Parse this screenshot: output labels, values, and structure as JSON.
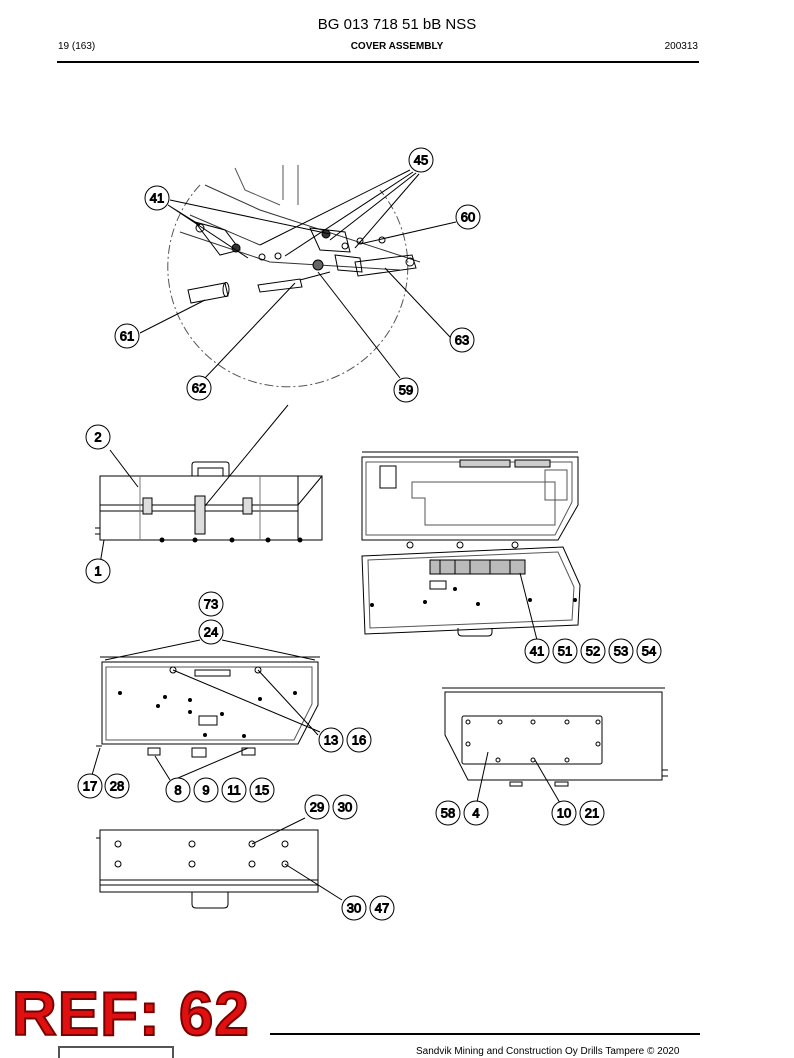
{
  "header": {
    "doc_number": "BG 013 718 51 bB NSS",
    "page": "19 (163)",
    "section_title": "COVER ASSEMBLY",
    "date": "200313"
  },
  "callouts": {
    "c45": "45",
    "c41_top": "41",
    "c60": "60",
    "c61": "61",
    "c63": "63",
    "c62": "62",
    "c59": "59",
    "c2": "2",
    "c1": "1",
    "c73": "73",
    "c24": "24",
    "c41": "41",
    "c51": "51",
    "c52": "52",
    "c53": "53",
    "c54": "54",
    "c13": "13",
    "c16": "16",
    "c17": "17",
    "c28": "28",
    "c8": "8",
    "c9": "9",
    "c11": "11",
    "c15": "15",
    "c58": "58",
    "c4": "4",
    "c10": "10",
    "c21": "21",
    "c29": "29",
    "c30a": "30",
    "c30b": "30",
    "c47": "47"
  },
  "stamp": {
    "text": "REF: 62"
  },
  "footer": {
    "copyright": "Sandvik Mining and Construction Oy Drills Tampere © 2020"
  }
}
